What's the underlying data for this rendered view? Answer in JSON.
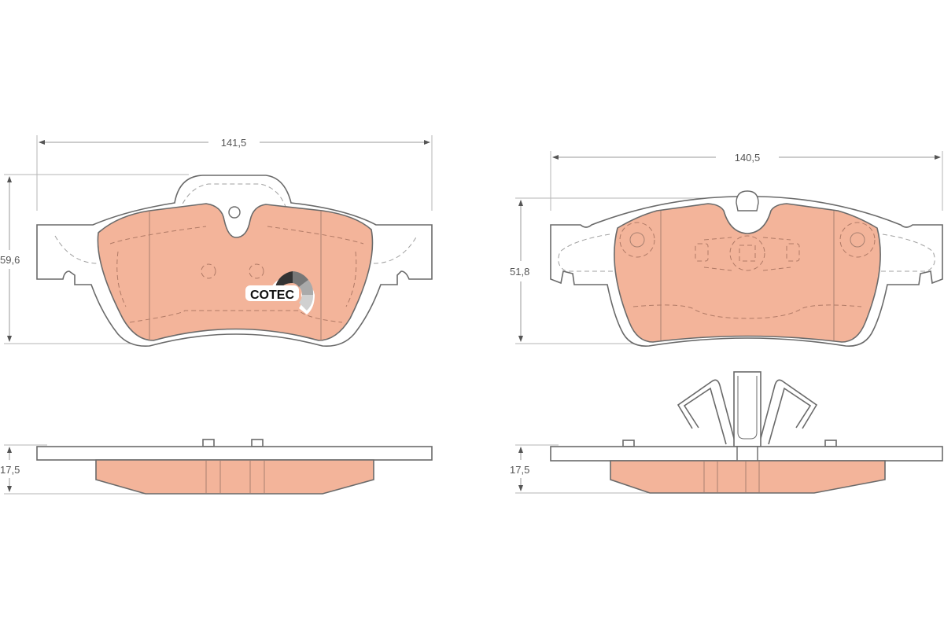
{
  "dimensions": {
    "pad1_width": "141,5",
    "pad1_height": "59,6",
    "pad1_thickness": "17,5",
    "pad2_width": "140,5",
    "pad2_height": "51,8",
    "pad2_thickness": "17,5"
  },
  "logo": {
    "text": "COTEC"
  },
  "colors": {
    "friction_material": "#f3b49a",
    "outline": "#6a6a6a"
  }
}
